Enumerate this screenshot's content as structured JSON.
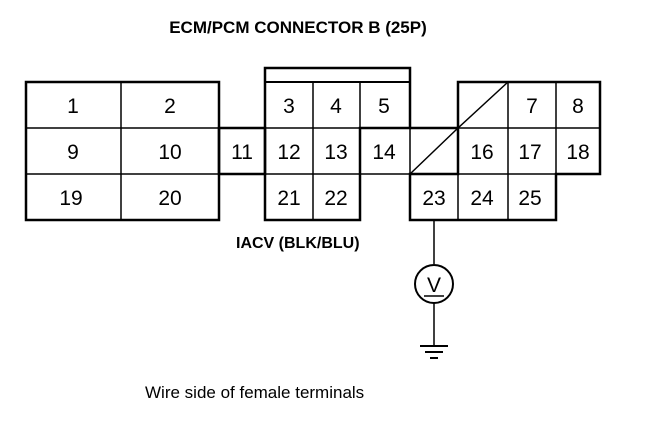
{
  "title": "ECM/PCM CONNECTOR B (25P)",
  "terminals": {
    "t1": "1",
    "t2": "2",
    "t3": "3",
    "t4": "4",
    "t5": "5",
    "t7": "7",
    "t8": "8",
    "t9": "9",
    "t10": "10",
    "t11": "11",
    "t12": "12",
    "t13": "13",
    "t14": "14",
    "t16": "16",
    "t17": "17",
    "t18": "18",
    "t19": "19",
    "t20": "20",
    "t21": "21",
    "t22": "22",
    "t23": "23",
    "t24": "24",
    "t25": "25"
  },
  "probe_label": "IACV (BLK/BLU)",
  "meter_symbol": "V",
  "caption": "Wire side of female terminals",
  "colors": {
    "line": "#000000",
    "background": "#ffffff"
  }
}
